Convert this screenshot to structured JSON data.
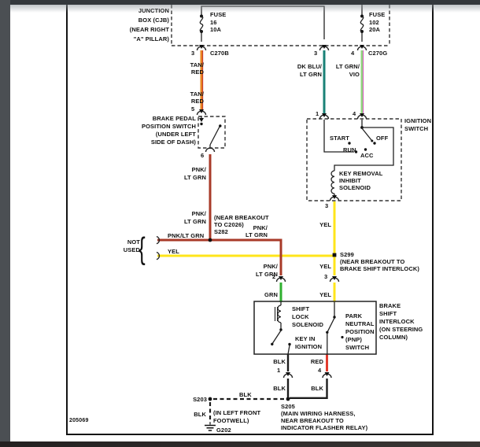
{
  "frame": {
    "doc_number": "205069"
  },
  "wire_colors": {
    "tan_red": "#e8831f",
    "dk_blu_lt_grn": "#1a8277",
    "lt_grn_vio": "#8fd17e",
    "pnk_lt_grn": "#a83a28",
    "yel": "#ffe51a",
    "grn": "#2fb02f",
    "red": "#e23b2e",
    "blk": "#1c1c1c"
  },
  "junction_box": {
    "title": "JUNCTION\nBOX (CJB)\n(NEAR RIGHT\n\"A\" PILLAR)",
    "fuse_16": "FUSE\n16\n10A",
    "fuse_102": "FUSE\n102\n20A",
    "pin_3_left": "3",
    "conn_left": "C270B",
    "pin_3_right": "3",
    "pin_4_right": "4",
    "conn_right": "C270G"
  },
  "wires": {
    "tan_red": "TAN/\nRED",
    "dk_blu_lt_grn": "DK BLU/\nLT GRN",
    "lt_grn_vio": "LT GRN/\nVIO",
    "pnk_lt_grn_stacked": "PNK/\nLT GRN",
    "pnk_lt_grn_inline": "PNK/LT GRN",
    "yel": "YEL",
    "grn": "GRN",
    "blk": "BLK",
    "red": "RED"
  },
  "brake_pedal_switch": {
    "title": "BRAKE PEDAL\nPOSITION SWITCH\n(UNDER LEFT\nSIDE OF DASH)",
    "pin_in": "5",
    "pin_out": "6"
  },
  "ignition_switch": {
    "title": "IGNITION\nSWITCH",
    "pin_1": "1",
    "pin_4": "4",
    "pin_3": "3",
    "pos_start": "START",
    "pos_run": "RUN",
    "pos_acc": "ACC",
    "pos_off": "OFF",
    "solenoid": "KEY REMOVAL\nINHIBIT\nSOLENOID"
  },
  "not_used": {
    "label": "NOT\nUSED",
    "brace": "{"
  },
  "splices": {
    "s282": "(NEAR BREAKOUT\nTO C2026)\nS282",
    "s299": "S299\n(NEAR BREAKOUT TO\nBRAKE SHIFT INTERLOCK)",
    "s203": "S203",
    "s205": "S205\n(MAIN WIRING HARNESS,\nNEAR BREAKOUT TO\nINDICATOR FLASHER RELAY)"
  },
  "brake_shift_interlock": {
    "title": "BRAKE\nSHIFT\nINTERLOCK\n(ON STEERING\nCOLUMN)",
    "solenoid": "SHIFT\nLOCK\nSOLENOID",
    "key_in_ignition": "KEY IN\nIGNITION",
    "pnp": "PARK\nNEUTRAL\nPOSITION\n(PNP)\nSWITCH",
    "pin_2": "2",
    "pin_3": "3",
    "pin_1": "1",
    "pin_4": "4"
  },
  "ground": {
    "label": "G202",
    "location": "(IN LEFT FRONT\nFOOTWELL)"
  }
}
